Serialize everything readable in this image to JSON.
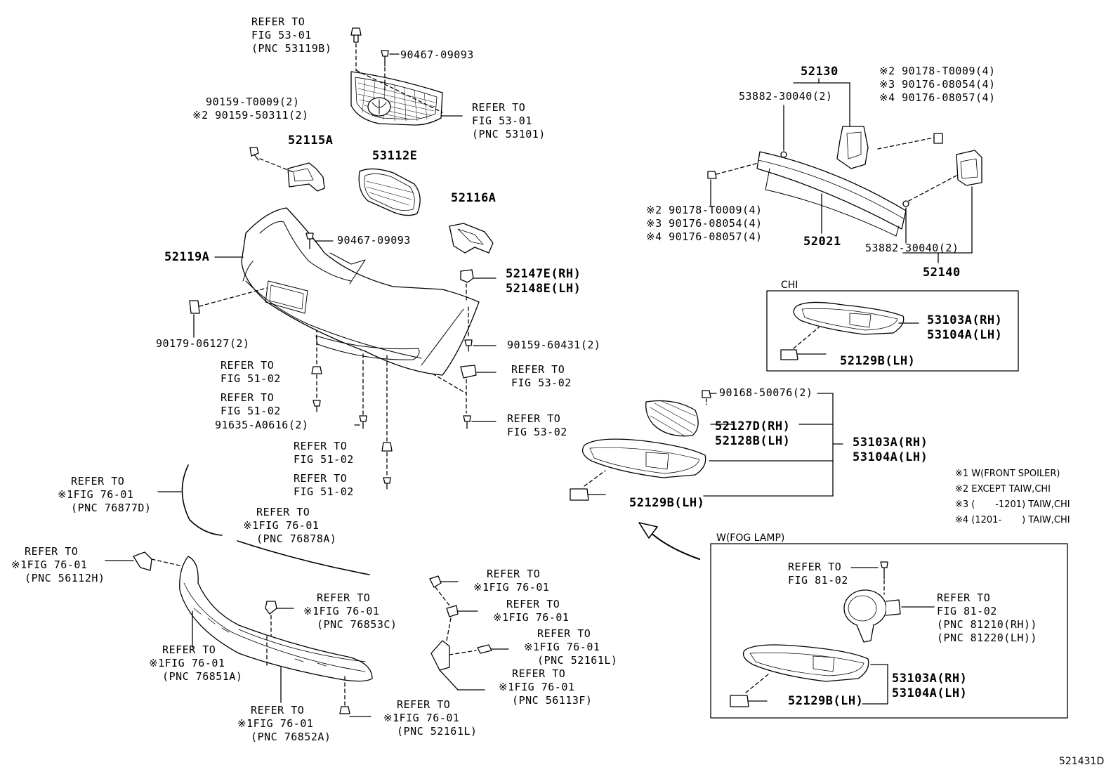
{
  "diagram_id": "521431D",
  "boxes": {
    "chi_label": "CHI",
    "fog_label": "W(FOG LAMP)"
  },
  "notes": [
    "※1 W(FRONT SPOILER)",
    "※2 EXCEPT TAIW,CHI",
    "※3 (       -1201) TAIW,CHI",
    "※4 (1201-       ) TAIW,CHI"
  ],
  "labels": {
    "ref_53119b": "REFER TO\nFIG 53-01\n(PNC 53119B)",
    "p_90467_top": "90467-09093",
    "ref_53101": "REFER TO\nFIG 53-01\n(PNC 53101)",
    "p_90159_pair": "  90159-T0009(2)\n※2 90159-50311(2)",
    "p_52115a": "52115A",
    "p_53112e": "53112E",
    "p_52116a": "52116A",
    "p_52119a": "52119A",
    "p_90467_mid": "90467-09093",
    "p_52147e": "52147E(RH)\n52148E(LH)",
    "p_90179": "90179-06127(2)",
    "p_90159_60431": "90159-60431(2)",
    "ref_51_02_a": "REFER TO\nFIG 51-02",
    "ref_53_02_a": "REFER TO\nFIG 53-02",
    "ref_51_02_b": "REFER TO\nFIG 51-02",
    "p_91635": "91635-A0616(2)",
    "ref_53_02_b": "REFER TO\nFIG 53-02",
    "ref_51_02_c": "REFER TO\nFIG 51-02",
    "ref_51_02_d": "REFER TO\nFIG 51-02",
    "ref_76877d": "  REFER TO\n※1FIG 76-01\n  (PNC 76877D)",
    "ref_76878a": "  REFER TO\n※1FIG 76-01\n  (PNC 76878A)",
    "ref_56112h": "  REFER TO\n※1FIG 76-01\n  (PNC 56112H)",
    "ref_76853c": "  REFER TO\n※1FIG 76-01\n  (PNC 76853C)",
    "ref_76851a": "  REFER TO\n※1FIG 76-01\n  (PNC 76851A)",
    "ref_76852a": "  REFER TO\n※1FIG 76-01\n  (PNC 76852A)",
    "ref_52161l_a": "  REFER TO\n※1FIG 76-01\n  (PNC 52161L)",
    "ref_76_01_a": "  REFER TO\n※1FIG 76-01",
    "ref_76_01_b": "  REFER TO\n※1FIG 76-01",
    "ref_52161l_b": "  REFER TO\n※1FIG 76-01\n  (PNC 52161L)",
    "ref_56113f": "  REFER TO\n※1FIG 76-01\n  (PNC 56113F)",
    "p_52130": "52130",
    "p_53882_top": "53882-30040(2)",
    "p_notes_top": "※2 90178-T0009(4)\n※3 90176-08054(4)\n※4 90176-08057(4)",
    "p_notes_left": "※2 90178-T0009(4)\n※3 90176-08054(4)\n※4 90176-08057(4)",
    "p_52021": "52021",
    "p_53882_bot": "53882-30040(2)",
    "p_52140": "52140",
    "p_53103a_chi": "53103A(RH)\n53104A(LH)",
    "p_52129b_chi": "52129B(LH)",
    "p_90168": "90168-50076(2)",
    "p_52127d": "52127D(RH)\n52128B(LH)",
    "p_53103a_mid": "53103A(RH)\n53104A(LH)",
    "p_52129b_mid": "52129B(LH)",
    "ref_81_02_a": "REFER TO\nFIG 81-02",
    "ref_81_02_b": "REFER TO\nFIG 81-02\n(PNC 81210(RH))\n(PNC 81220(LH))",
    "p_53103a_fog": "53103A(RH)\n53104A(LH)",
    "p_52129b_fog": "52129B(LH)"
  }
}
